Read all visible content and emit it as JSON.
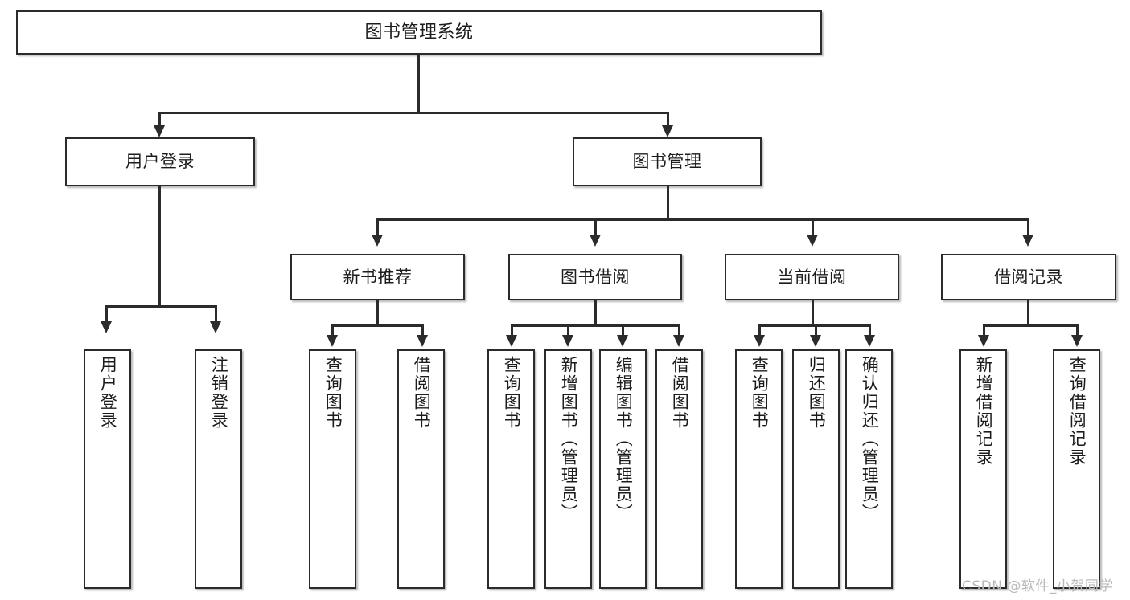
{
  "diagram": {
    "type": "tree",
    "title": "图书管理系统",
    "watermark": "CSDN @软件_小贺同学",
    "colors": {
      "stroke": "#2b2b2b",
      "fill": "#ffffff",
      "text": "#1c1c1c",
      "watermark": "#b9b9b9"
    },
    "root": {
      "label": "图书管理系统"
    },
    "level2": [
      {
        "label": "用户登录"
      },
      {
        "label": "图书管理"
      }
    ],
    "level3": [
      {
        "label": "新书推荐"
      },
      {
        "label": "图书借阅"
      },
      {
        "label": "当前借阅"
      },
      {
        "label": "借阅记录"
      }
    ],
    "leaves": {
      "user_login": [
        {
          "label": "用户登录"
        },
        {
          "label": "注销登录"
        }
      ],
      "new_book": [
        {
          "label": "查询图书"
        },
        {
          "label": "借阅图书"
        }
      ],
      "borrow_book": [
        {
          "label": "查询图书"
        },
        {
          "label": "新增图书（管理员）"
        },
        {
          "label": "编辑图书（管理员）"
        },
        {
          "label": "借阅图书"
        }
      ],
      "current_borrow": [
        {
          "label": "查询图书"
        },
        {
          "label": "归还图书"
        },
        {
          "label": "确认归还（管理员）"
        }
      ],
      "borrow_record": [
        {
          "label": "新增借阅记录"
        },
        {
          "label": "查询借阅记录"
        }
      ]
    }
  }
}
